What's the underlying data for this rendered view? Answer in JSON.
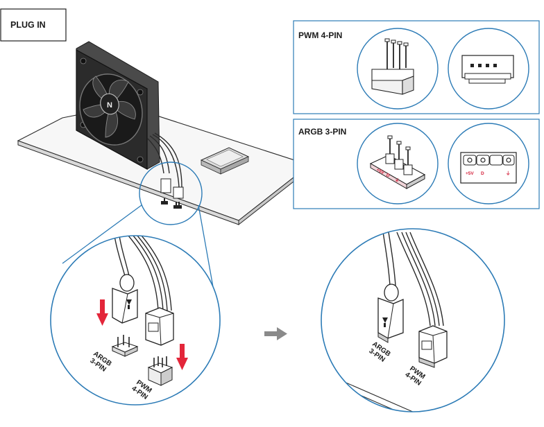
{
  "title": "PLUG IN",
  "colors": {
    "accent_blue": "#2c7bb6",
    "arrow_red": "#e3263a",
    "line_dark": "#1e1e1e",
    "arrow_gray": "#8a8a8a"
  },
  "pwm_panel": {
    "title": "PWM 4-PIN"
  },
  "argb_panel": {
    "title": "ARGB 3-PIN",
    "pin_labels": [
      "+5V",
      "D",
      "⏚"
    ],
    "connector_labels": [
      "+5V",
      "D",
      "⏚"
    ]
  },
  "left_zoom": {
    "argb_label": [
      "ARGB",
      "3-PIN"
    ],
    "pwm_label": [
      "PWM",
      "4-PIN"
    ]
  },
  "right_zoom": {
    "argb_label": [
      "ARGB",
      "3-PIN"
    ],
    "pwm_label": [
      "PWM",
      "4-PIN"
    ]
  },
  "icons": [
    "fan-icon",
    "cpu-icon",
    "motherboard-icon",
    "header-icon",
    "connector-icon",
    "arrow-right-icon",
    "arrow-down-icon"
  ]
}
